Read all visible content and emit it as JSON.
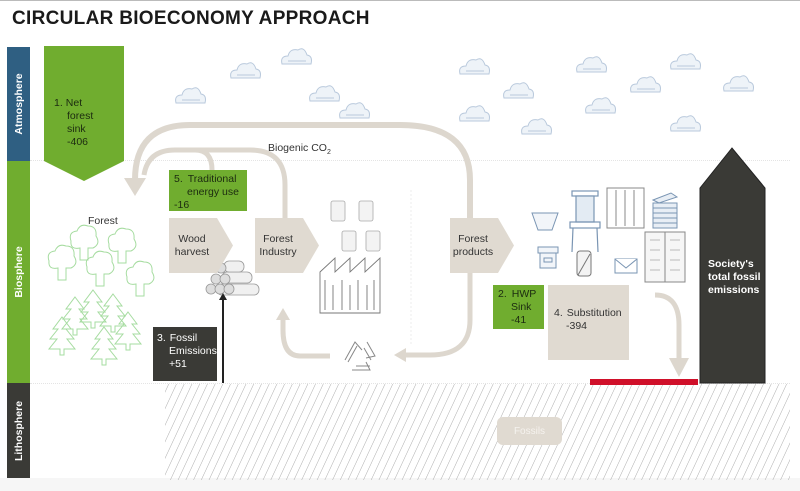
{
  "title": "CIRCULAR BIOECONOMY APPROACH",
  "colors": {
    "atmosphere": "#2f5f82",
    "biosphere": "#70ad2f",
    "lithosphere": "#3a3a36",
    "flow_arrow": "#ddd7ce",
    "fossil_bar": "#3a3a36",
    "substitution_line": "#d0102a",
    "cloud": "#b9c9dc",
    "tree": "#a6dca0"
  },
  "layers": {
    "atmosphere": "Atmosphere",
    "biosphere": "Biosphere",
    "lithosphere": "Lithosphere"
  },
  "boxes": {
    "net_forest_sink": {
      "number": "1.",
      "label": "Net forest sink",
      "lines": [
        "Net",
        "forest",
        "sink"
      ],
      "value": "-406"
    },
    "hwp_sink": {
      "number": "2.",
      "label": "HWP Sink",
      "lines": [
        "HWP",
        "Sink"
      ],
      "value": "-41"
    },
    "fossil_emissions": {
      "number": "3.",
      "label": "Fossil Emissions",
      "lines": [
        "Fossil",
        "Emissions"
      ],
      "value": "+51"
    },
    "substitution": {
      "number": "4.",
      "label": "Substitution",
      "value": "-394"
    },
    "traditional_energy": {
      "number": "5.",
      "label": "Traditional energy use",
      "lines": [
        "Traditional",
        "energy use"
      ],
      "value": "-16"
    }
  },
  "process_steps": [
    {
      "lines": [
        "Wood",
        "harvest"
      ]
    },
    {
      "lines": [
        "Forest",
        "Industry"
      ]
    },
    {
      "lines": [
        "Forest",
        "products"
      ]
    }
  ],
  "labels": {
    "forest": "Forest",
    "biogenic_co2": "Biogenic CO",
    "biogenic_co2_sub": "2",
    "fossils": "Fossils",
    "society": [
      "Society's",
      "total fossil",
      "emissions"
    ]
  },
  "icons": [
    "cloud-icon",
    "deciduous-tree-icon",
    "conifer-tree-icon",
    "log-pile-icon",
    "paper-roll-icon",
    "factory-icon",
    "recycle-icon",
    "filter-icon",
    "chair-icon",
    "cabinet-icon",
    "paper-stack-icon",
    "storage-box-icon",
    "toilet-roll-icon",
    "envelope-icon",
    "wardrobe-icon"
  ]
}
